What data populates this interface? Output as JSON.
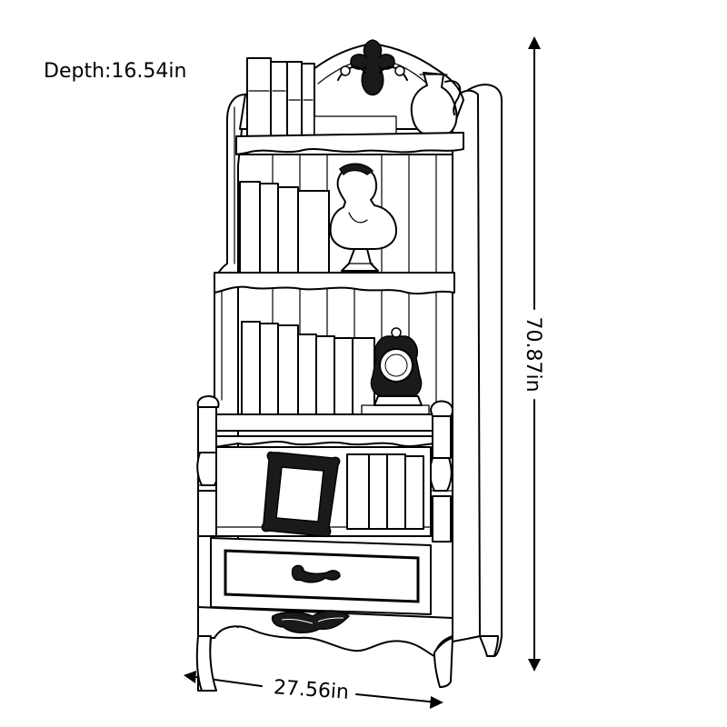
{
  "dimensions": {
    "depth": "Depth:16.54in",
    "height": "70.87in",
    "width": "27.56in"
  },
  "colors": {
    "line": "#000000",
    "background": "#ffffff"
  },
  "icons": {
    "crest": "scroll-crest-icon",
    "vase": "vase-icon",
    "bust": "classical-bust-icon",
    "clock": "mantel-clock-icon",
    "frame": "ornate-picture-frame-icon",
    "handle": "drawer-handle-icon",
    "apron": "acanthus-leaf-carving-icon"
  }
}
